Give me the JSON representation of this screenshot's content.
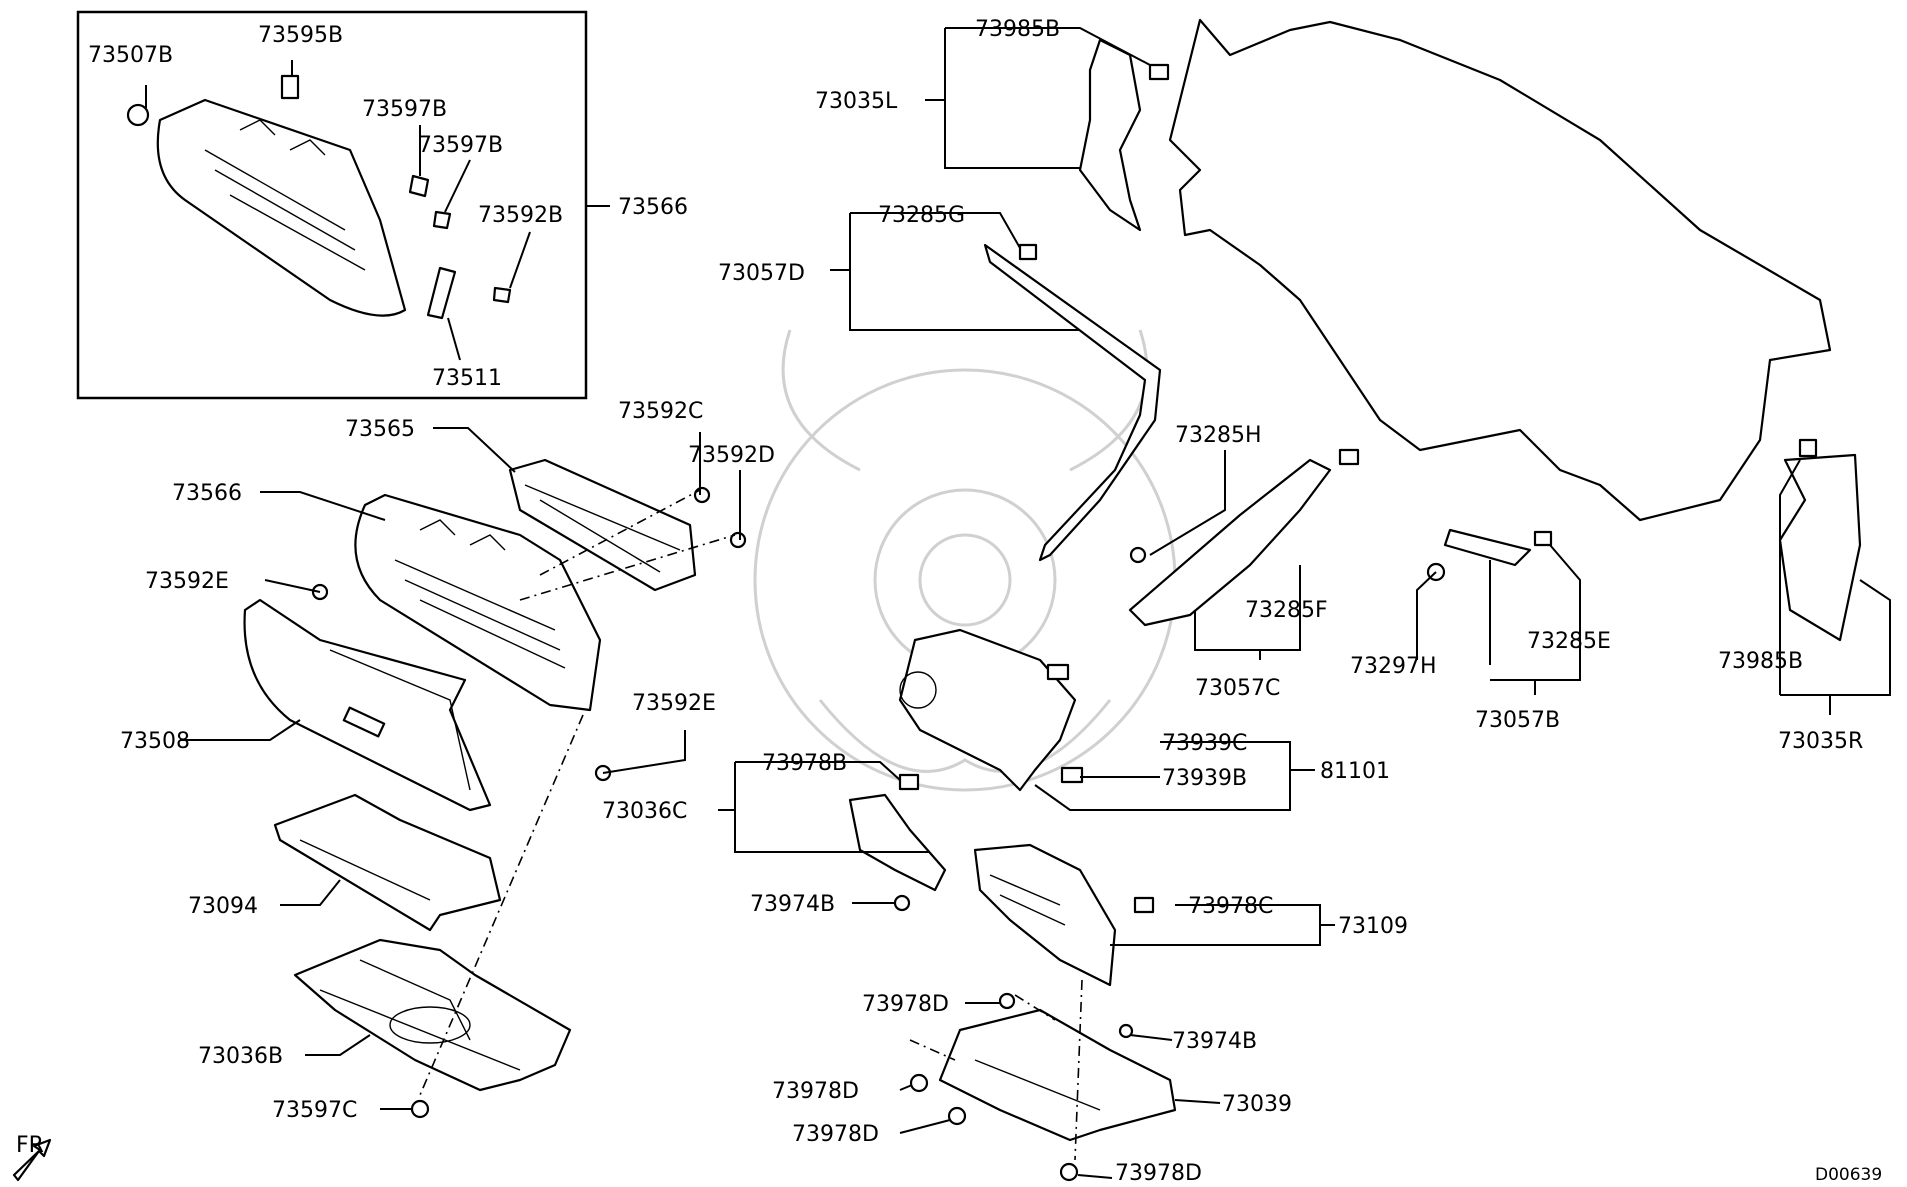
{
  "diagram_code": "D00639",
  "direction_indicator": "FR",
  "labels": {
    "p73507B": "73507B",
    "p73595B": "73595B",
    "p73597B_1": "73597B",
    "p73597B_2": "73597B",
    "p73592B": "73592B",
    "p73566_box": "73566",
    "p73511": "73511",
    "p73565": "73565",
    "p73592C": "73592C",
    "p73592D": "73592D",
    "p73566": "73566",
    "p73592E_1": "73592E",
    "p73508": "73508",
    "p73592E_2": "73592E",
    "p73036C": "73036C",
    "p73094": "73094",
    "p73036B": "73036B",
    "p73597C": "73597C",
    "p73985B_1": "73985B",
    "p73035L": "73035L",
    "p73285G": "73285G",
    "p73057D": "73057D",
    "p73285H": "73285H",
    "p73285F": "73285F",
    "p73057C": "73057C",
    "p73297H": "73297H",
    "p73285E": "73285E",
    "p73057B": "73057B",
    "p73985B_2": "73985B",
    "p73035R": "73035R",
    "p73939C": "73939C",
    "p73939B": "73939B",
    "p81101": "81101",
    "p73978B": "73978B",
    "p73974B_1": "73974B",
    "p73978C": "73978C",
    "p73109": "73109",
    "p73978D_1": "73978D",
    "p73974B_2": "73974B",
    "p73978D_2": "73978D",
    "p73039": "73039",
    "p73978D_3": "73978D",
    "p73978D_4": "73978D"
  }
}
